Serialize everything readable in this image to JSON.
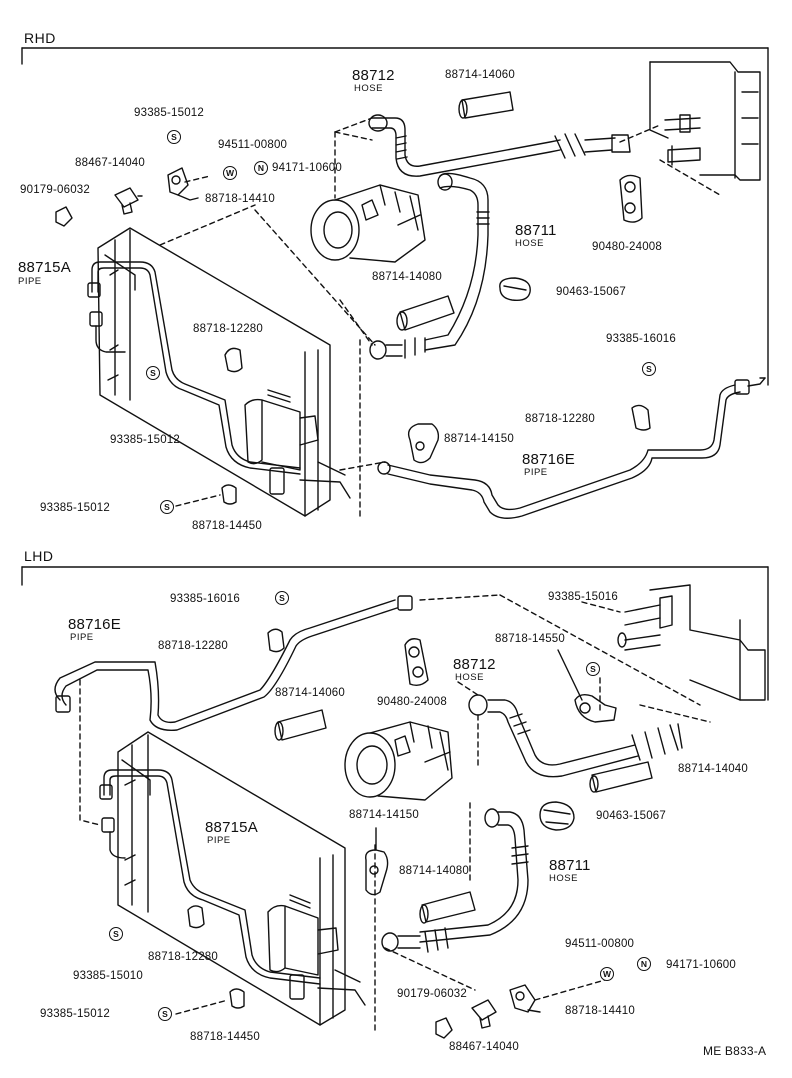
{
  "sections": {
    "rhd": "RHD",
    "lhd": "LHD"
  },
  "doc_code": "ME  B833-A",
  "rhd_labels": {
    "p88712": "88712",
    "p88712_sub": "HOSE",
    "p88714_14060": "88714-14060",
    "p93385_15012_top": "93385-15012",
    "p94511_00800": "94511-00800",
    "p88467_14040": "88467-14040",
    "p94171_10600": "94171-10600",
    "p90179_06032": "90179-06032",
    "p88718_14410": "88718-14410",
    "p88711": "88711",
    "p88711_sub": "HOSE",
    "p90480_24008": "90480-24008",
    "p88715a": "88715A",
    "p88715a_sub": "PIPE",
    "p88714_14080": "88714-14080",
    "p90463_15067": "90463-15067",
    "p88718_12280_left": "88718-12280",
    "p93385_16016": "93385-16016",
    "p93385_15012_mid": "93385-15012",
    "p88718_12280_right": "88718-12280",
    "p88714_14150": "88714-14150",
    "p88716e": "88716E",
    "p88716e_sub": "PIPE",
    "p93385_15012_low": "93385-15012",
    "p88718_14450": "88718-14450"
  },
  "lhd_labels": {
    "p93385_16016": "93385-16016",
    "p93385_15016": "93385-15016",
    "p88716e": "88716E",
    "p88716e_sub": "PIPE",
    "p88718_12280_top": "88718-12280",
    "p88718_14550": "88718-14550",
    "p88712": "88712",
    "p88712_sub": "HOSE",
    "p88714_14060": "88714-14060",
    "p90480_24008": "90480-24008",
    "p88714_14040": "88714-14040",
    "p88715a": "88715A",
    "p88715a_sub": "PIPE",
    "p88714_14150": "88714-14150",
    "p90463_15067": "90463-15067",
    "p88714_14080": "88714-14080",
    "p88711": "88711",
    "p88711_sub": "HOSE",
    "p93385_15010": "93385-15010",
    "p88718_12280_low": "88718-12280",
    "p94511_00800": "94511-00800",
    "p94171_10600": "94171-10600",
    "p90179_06032": "90179-06032",
    "p88718_14410": "88718-14410",
    "p93385_15012": "93385-15012",
    "p88718_14450": "88718-14450",
    "p88467_14040": "88467-14040"
  },
  "symbols": {
    "s": "S",
    "w": "W",
    "n": "N"
  }
}
